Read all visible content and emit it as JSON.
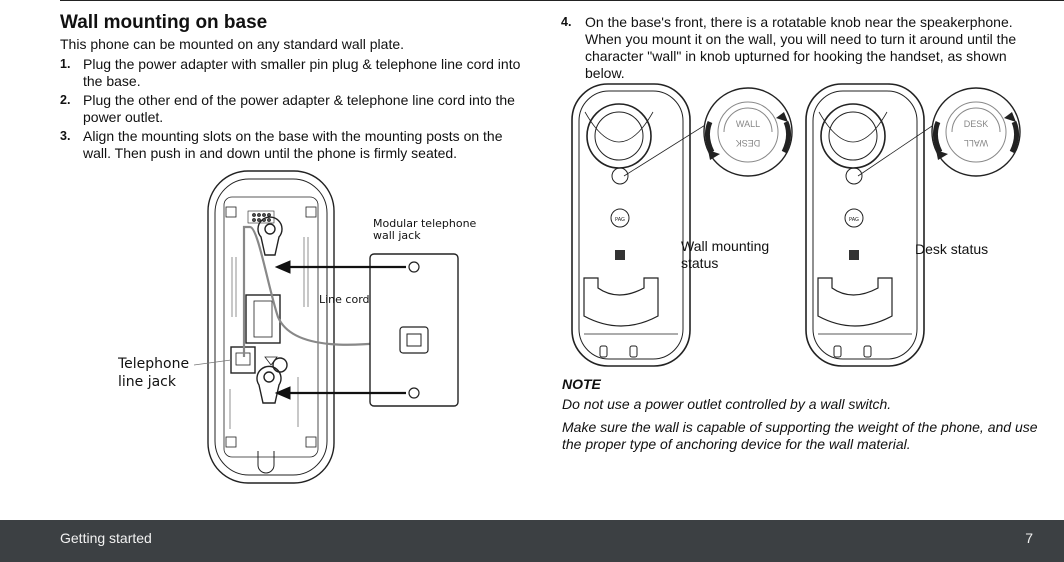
{
  "heading": "Wall mounting on base",
  "intro": "This phone can be mounted on any standard wall plate.",
  "steps": [
    {
      "num": "1.",
      "text": "Plug the power adapter with smaller pin plug & telephone line cord into the base."
    },
    {
      "num": "2.",
      "text": "Plug the other end of the power adapter & telephone line cord into the power outlet."
    },
    {
      "num": "3.",
      "text": "Align the mounting slots on the base with the mounting posts on the wall. Then push in and down until the phone is firmly seated."
    },
    {
      "num": "4.",
      "text": "On the base's front, there is a rotatable knob near the speakerphone. When you mount it on the wall, you will need to turn it around until the character \"wall\" in knob upturned for hooking the handset, as shown below."
    }
  ],
  "diagram_left": {
    "label_modular_line1": "Modular telephone",
    "label_modular_line2": "wall jack",
    "label_line_cord": "Line cord",
    "label_tel_jack_line1": "Telephone",
    "label_tel_jack_line2": "line jack"
  },
  "diagram_right": {
    "wall_caption_line1": "Wall mounting",
    "wall_caption_line2": "status",
    "desk_caption": "Desk status",
    "knob_wall": "WALL",
    "knob_desk": "DESK"
  },
  "note": {
    "title": "NOTE",
    "p1": "Do not use a power outlet controlled by a wall switch.",
    "p2": "Make sure the wall is capable of supporting the weight of the phone, and use the proper type of anchoring device for the wall material."
  },
  "footer": {
    "section": "Getting started",
    "page": "7"
  }
}
